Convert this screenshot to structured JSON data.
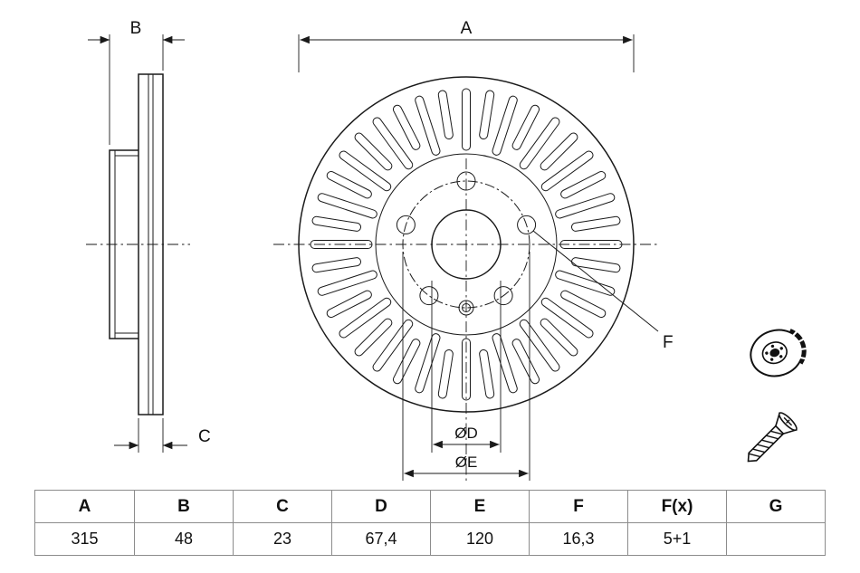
{
  "colors": {
    "line": "#1a1a1a",
    "text": "#111111",
    "table_border": "#8c8c8c",
    "background": "#ffffff"
  },
  "drawing": {
    "labels": {
      "a": "A",
      "b": "B",
      "c": "C",
      "d": "ØD",
      "e": "ØE",
      "f": "F"
    },
    "icons": {
      "disc": "brake-disc-icon",
      "screw": "screw-icon"
    }
  },
  "table": {
    "headers": [
      "A",
      "B",
      "C",
      "D",
      "E",
      "F",
      "F(x)",
      "G"
    ],
    "values": [
      "315",
      "48",
      "23",
      "67,4",
      "120",
      "16,3",
      "5+1",
      ""
    ]
  }
}
